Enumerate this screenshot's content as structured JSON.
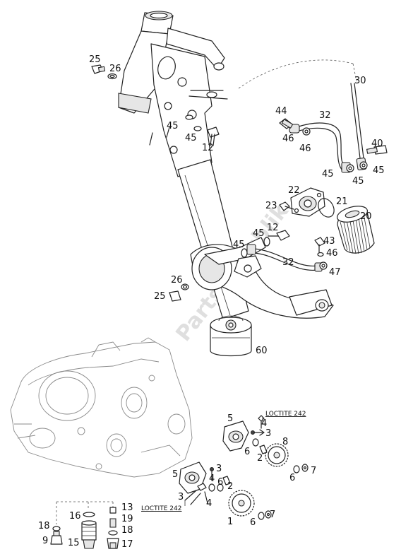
{
  "watermark": "PartsRepublik",
  "notes": {
    "loctite_upper": "LOCTITE 242",
    "loctite_lower": "LOCTITE 242"
  },
  "callouts": [
    {
      "id": "c25a",
      "text": "25"
    },
    {
      "id": "c26a",
      "text": "26"
    },
    {
      "id": "c30",
      "text": "30"
    },
    {
      "id": "c44",
      "text": "44"
    },
    {
      "id": "c32a",
      "text": "32"
    },
    {
      "id": "c46a",
      "text": "46"
    },
    {
      "id": "c46b",
      "text": "46"
    },
    {
      "id": "c45a",
      "text": "45"
    },
    {
      "id": "c45b",
      "text": "45"
    },
    {
      "id": "c12a",
      "text": "12"
    },
    {
      "id": "c40",
      "text": "40"
    },
    {
      "id": "c45c",
      "text": "45"
    },
    {
      "id": "c45d",
      "text": "45"
    },
    {
      "id": "c45e",
      "text": "45"
    },
    {
      "id": "c22",
      "text": "22"
    },
    {
      "id": "c21",
      "text": "21"
    },
    {
      "id": "c23",
      "text": "23"
    },
    {
      "id": "c20",
      "text": "20"
    },
    {
      "id": "c12b",
      "text": "12"
    },
    {
      "id": "c45f",
      "text": "45"
    },
    {
      "id": "c45g",
      "text": "45"
    },
    {
      "id": "c43",
      "text": "43"
    },
    {
      "id": "c46c",
      "text": "46"
    },
    {
      "id": "c32b",
      "text": "32"
    },
    {
      "id": "c47",
      "text": "47"
    },
    {
      "id": "c26b",
      "text": "26"
    },
    {
      "id": "c25b",
      "text": "25"
    },
    {
      "id": "c60",
      "text": "60"
    },
    {
      "id": "c5a",
      "text": "5"
    },
    {
      "id": "c4a",
      "text": "4"
    },
    {
      "id": "c3a",
      "text": "3"
    },
    {
      "id": "c8",
      "text": "8"
    },
    {
      "id": "c6a",
      "text": "6"
    },
    {
      "id": "c2a",
      "text": "2"
    },
    {
      "id": "c7a",
      "text": "7"
    },
    {
      "id": "c6b",
      "text": "6"
    },
    {
      "id": "c5b",
      "text": "5"
    },
    {
      "id": "c3b",
      "text": "3"
    },
    {
      "id": "c4b",
      "text": "4"
    },
    {
      "id": "c6c",
      "text": "6"
    },
    {
      "id": "c2b",
      "text": "2"
    },
    {
      "id": "c3c",
      "text": "3"
    },
    {
      "id": "c4c",
      "text": "4"
    },
    {
      "id": "c1",
      "text": "1"
    },
    {
      "id": "c6d",
      "text": "6"
    },
    {
      "id": "c7b",
      "text": "7"
    },
    {
      "id": "c13",
      "text": "13"
    },
    {
      "id": "c16",
      "text": "16"
    },
    {
      "id": "c19",
      "text": "19"
    },
    {
      "id": "c18a",
      "text": "18"
    },
    {
      "id": "c18b",
      "text": "18"
    },
    {
      "id": "c9",
      "text": "9"
    },
    {
      "id": "c15",
      "text": "15"
    },
    {
      "id": "c17",
      "text": "17"
    }
  ]
}
